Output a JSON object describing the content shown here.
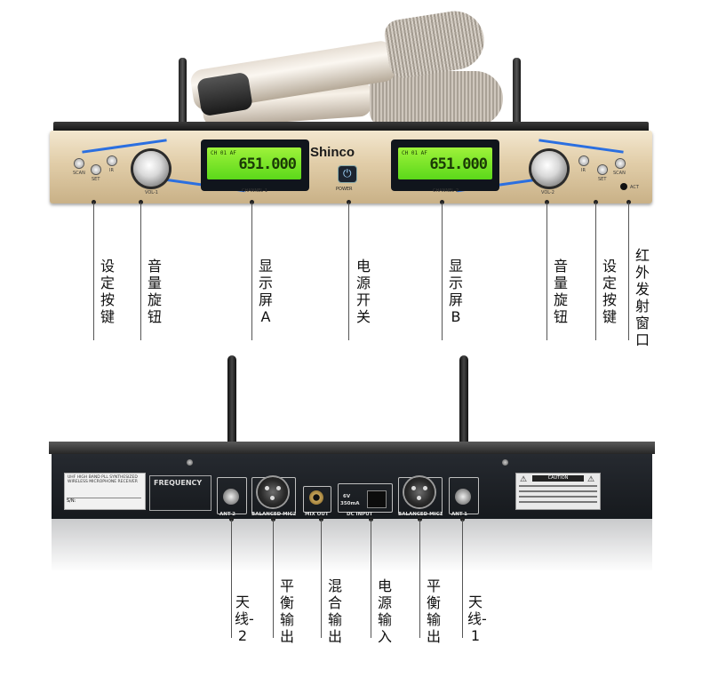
{
  "front": {
    "brand": "Shinco",
    "lcd_a_freq": "651.000",
    "lcd_b_freq": "651.000",
    "lcd_small": "CH 01 AF",
    "power_label": "POWER",
    "channel_1_label": "CHANNEL-1",
    "channel_2_label": "CHANNEL-2",
    "vol_1_label": "VOL-1",
    "vol_2_label": "VOL-2",
    "scan_label": "SCAN",
    "set_label": "SET",
    "ir_label": "IR",
    "act_label": "ACT",
    "callouts": [
      "设定按键",
      "音量旋钮",
      "显示屏A",
      "电源开关",
      "显示屏B",
      "音量旋钮",
      "设定按键",
      "红外发射窗口"
    ]
  },
  "rear": {
    "sticker_line_1": "UHF HIGH BAND PLL SYNTHESIZED",
    "sticker_line_2": "WIRELESS MICROPHONE RECEIVER",
    "sticker_sn": "S/N:",
    "frequency_label": "FREQUENCY",
    "ant2_label": "ANT-2",
    "balance_mic2_label": "BALANCED MIC2",
    "mix_out_label": "MIX OUT",
    "dc_input_label": "DC INPUT",
    "dc_spec_1": "6V",
    "dc_spec_2": "350mA",
    "balance_mic1_label": "BALANCED MIC1",
    "ant1_label": "ANT-1",
    "caution_title": "CAUTION",
    "callouts": [
      "天线-2",
      "平衡输出",
      "混合输出",
      "电源输入",
      "平衡输出",
      "天线-1"
    ]
  },
  "colors": {
    "lcd_green": "#7ee82a",
    "panel_gold": "#e1cda8",
    "accent_blue": "#2b6fe0"
  }
}
